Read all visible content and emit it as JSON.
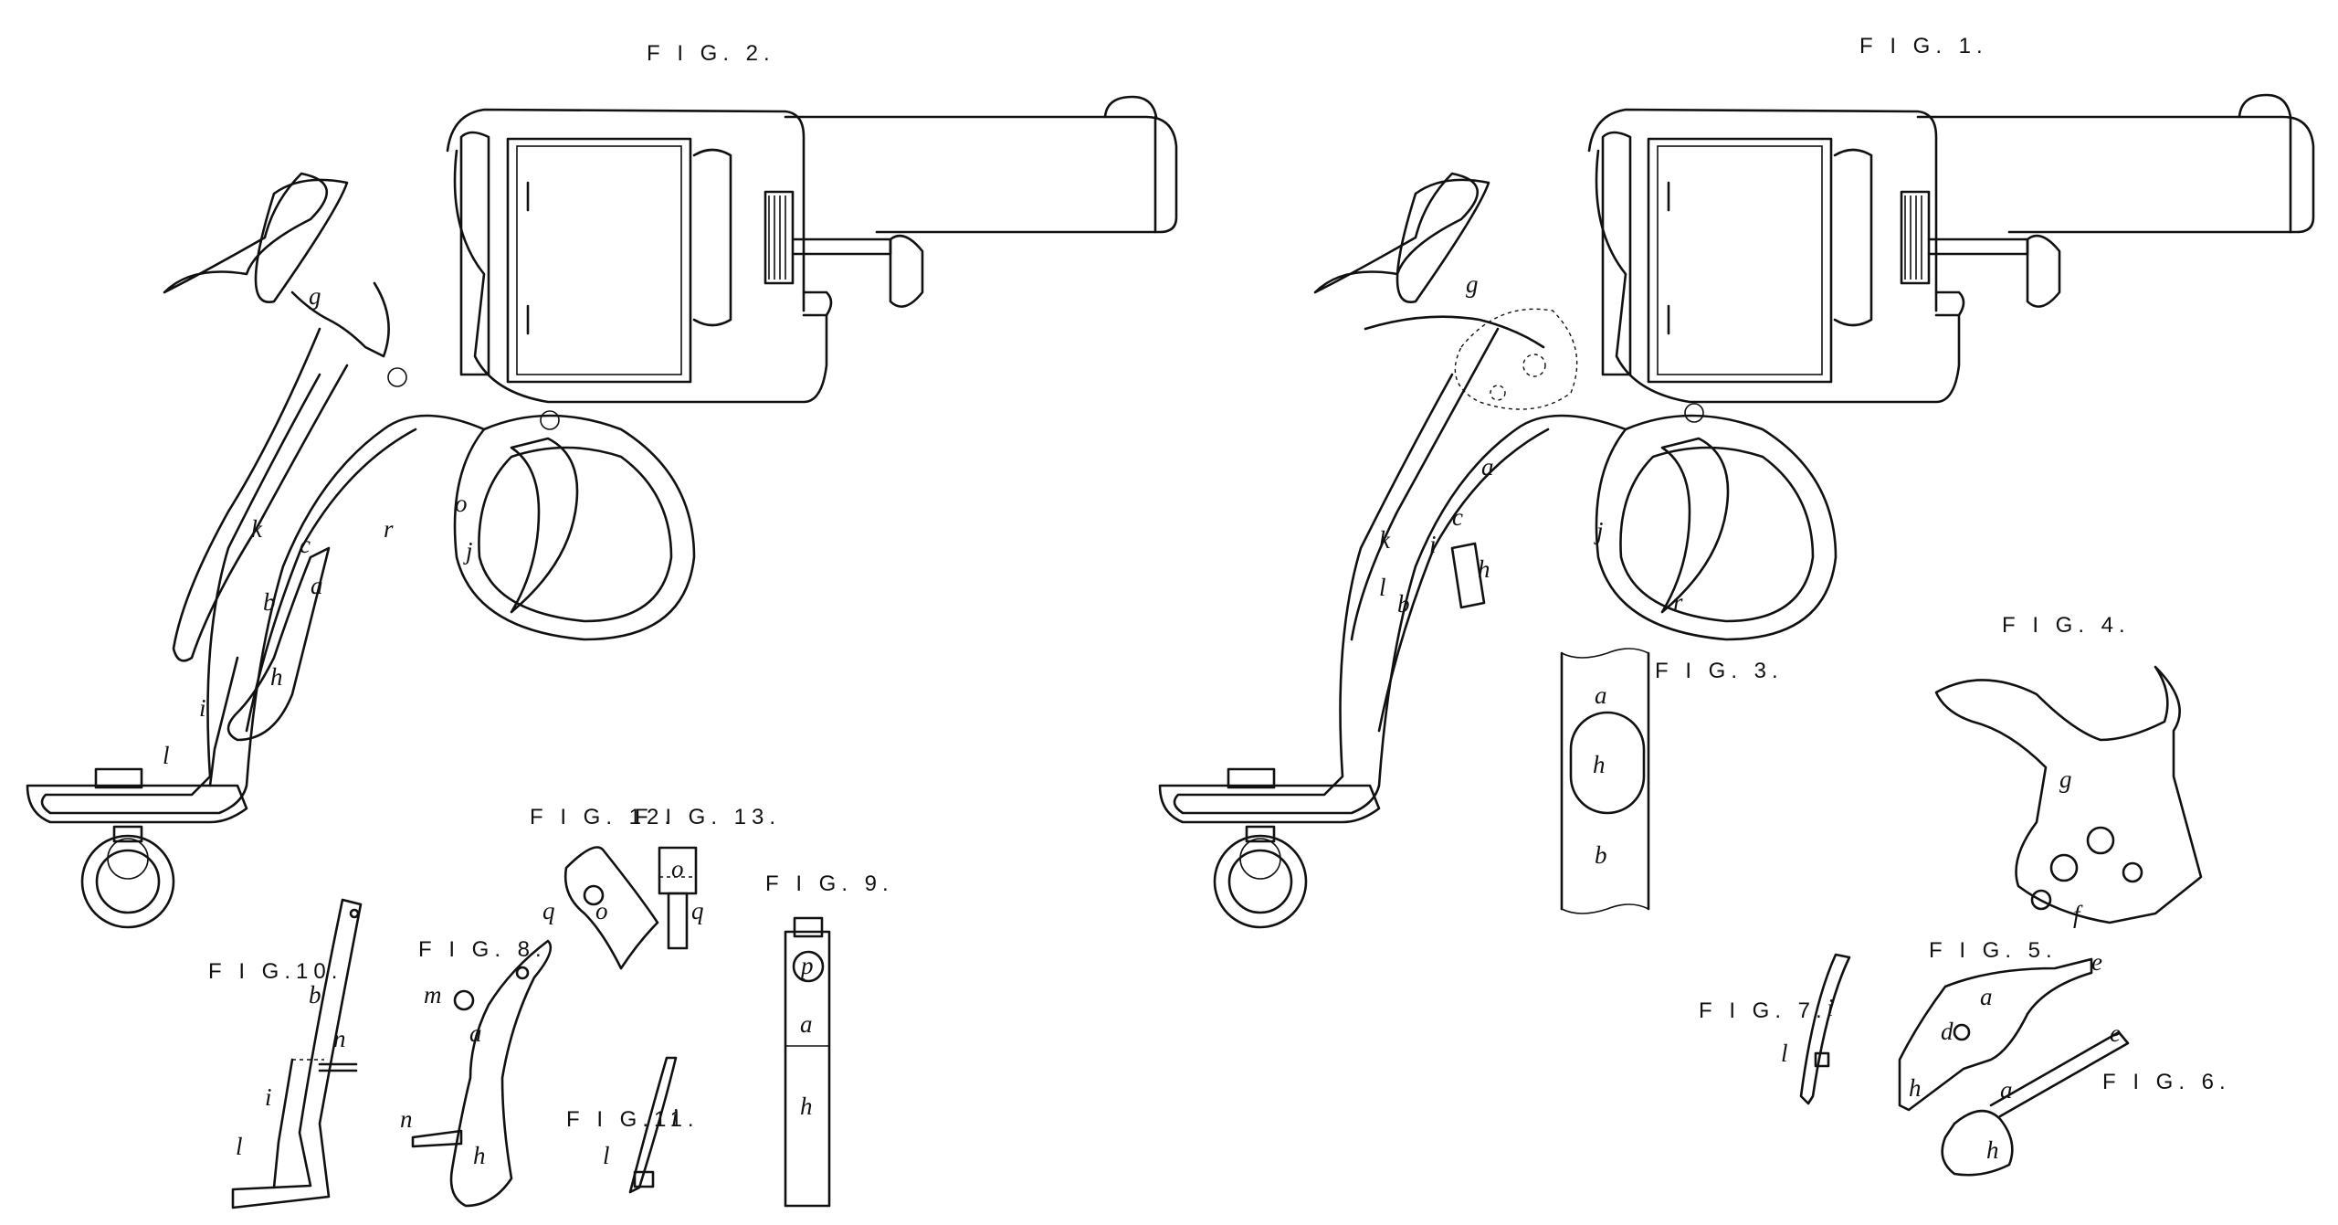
{
  "figures": {
    "fig1": "F I G. 1.",
    "fig2": "F I G. 2.",
    "fig3": "F I G. 3.",
    "fig4": "F I G. 4.",
    "fig5": "F I G. 5.",
    "fig6": "F I G. 6.",
    "fig7": "F I G. 7.",
    "fig8": "F I G. 8.",
    "fig9": "F I G. 9.",
    "fig10": "F I G.10.",
    "fig11": "F I G.11.",
    "fig12": "F I G. 12.",
    "fig13": "F I G. 13."
  },
  "labels": {
    "a": "a",
    "b": "b",
    "c": "c",
    "d": "d",
    "e": "e",
    "f": "f",
    "g": "g",
    "h": "h",
    "i": "i",
    "j": "j",
    "k": "k",
    "l": "l",
    "m": "m",
    "n": "n",
    "o": "o",
    "p": "p",
    "q": "q",
    "r": "r"
  }
}
